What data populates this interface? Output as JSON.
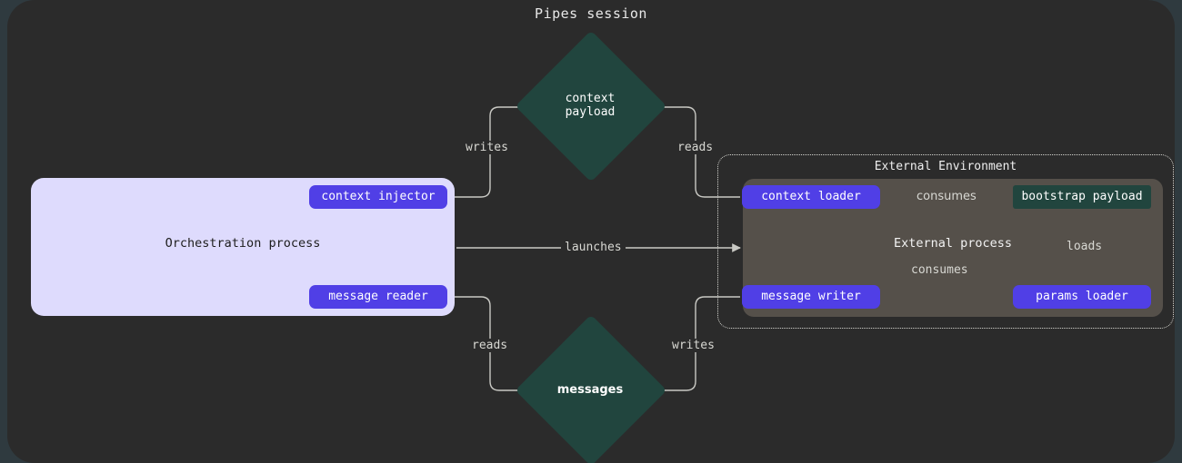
{
  "title": "Pipes session",
  "colors": {
    "page_background": "#2f3a3f",
    "canvas_background": "#2b2b2b",
    "orchestration_panel": "#dedbfd",
    "external_process_panel": "#55504a",
    "pill_purple": "#503fe6",
    "payload_green": "#21453e",
    "edge_stroke": "#c9c9c4",
    "text_light": "#ffffff",
    "text_dark": "#1d1d1d"
  },
  "orchestration": {
    "label": "Orchestration process",
    "nodes": {
      "context_injector": "context injector",
      "message_reader": "message reader"
    }
  },
  "external_environment": {
    "label": "External Environment",
    "process_label": "External process",
    "nodes": {
      "context_loader": "context loader",
      "message_writer": "message writer",
      "params_loader": "params loader",
      "bootstrap_payload": "bootstrap payload"
    }
  },
  "stores": {
    "context_payload_line1": "context",
    "context_payload_line2": "payload",
    "messages": "messages"
  },
  "edges": [
    {
      "id": "writes-top",
      "label": "writes",
      "from": "context injector",
      "to": "context payload"
    },
    {
      "id": "reads-top",
      "label": "reads",
      "from": "context payload",
      "to": "context loader"
    },
    {
      "id": "launches",
      "label": "launches",
      "from": "Orchestration process",
      "to": "External process"
    },
    {
      "id": "reads-bot",
      "label": "reads",
      "from": "messages",
      "to": "message reader"
    },
    {
      "id": "writes-bot",
      "label": "writes",
      "from": "message writer",
      "to": "messages"
    },
    {
      "id": "consumes-1",
      "label": "consumes",
      "from": "context loader",
      "to": "bootstrap payload"
    },
    {
      "id": "consumes-2",
      "label": "consumes",
      "from": "message writer",
      "to": "bootstrap payload"
    },
    {
      "id": "loads",
      "label": "loads",
      "from": "params loader",
      "to": "bootstrap payload"
    }
  ],
  "edge_labels": {
    "writes_top": "writes",
    "reads_top": "reads",
    "launches": "launches",
    "reads_bottom": "reads",
    "writes_bottom": "writes",
    "consumes_top": "consumes",
    "consumes_bottom": "consumes",
    "loads": "loads"
  }
}
